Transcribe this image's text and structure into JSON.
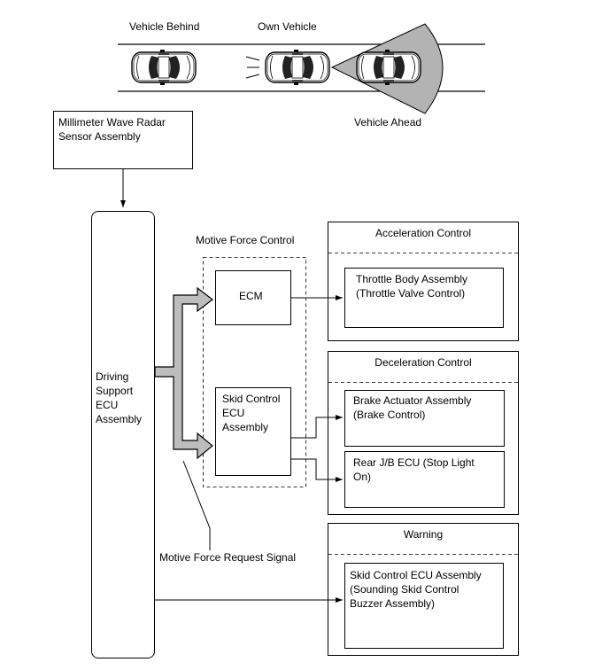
{
  "scene": {
    "vehicle_behind": "Vehicle Behind",
    "own_vehicle": "Own Vehicle",
    "vehicle_ahead": "Vehicle Ahead"
  },
  "radar_sensor": {
    "line1": "Millimeter Wave Radar",
    "line2": "Sensor Assembly"
  },
  "driving_ecu": {
    "line1": "Driving",
    "line2": "Support",
    "line3": "ECU",
    "line4": "Assembly"
  },
  "motive_force_control": {
    "label": "Motive Force Control"
  },
  "ecm": {
    "label": "ECM"
  },
  "skid_ecu": {
    "line1": "Skid Control",
    "line2": "ECU",
    "line3": "Assembly"
  },
  "motive_force_request": {
    "label": "Motive Force Request Signal"
  },
  "acceleration_control": {
    "title": "Acceleration Control",
    "throttle_line1": "Throttle Body Assembly",
    "throttle_line2": "(Throttle Valve Control)"
  },
  "deceleration_control": {
    "title": "Deceleration Control",
    "brake_line1": "Brake Actuator Assembly",
    "brake_line2": "(Brake Control)",
    "rear_line1": "Rear J/B ECU (Stop Light",
    "rear_line2": "On)"
  },
  "warning": {
    "title": "Warning",
    "buzzer_line1": "Skid Control ECU Assembly",
    "buzzer_line2": "(Sounding Skid Control",
    "buzzer_line3": "Buzzer Assembly)"
  }
}
